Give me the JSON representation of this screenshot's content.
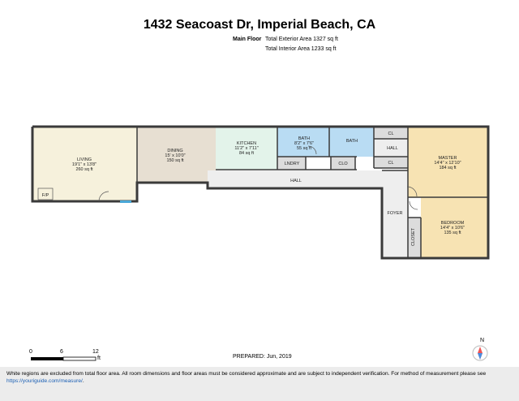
{
  "header": {
    "title": "1432 Seacoast Dr, Imperial Beach, CA",
    "floor_label": "Main Floor",
    "exterior_area": "Total Exterior Area 1327 sq ft",
    "interior_area": "Total Interior Area 1233 sq ft"
  },
  "rooms": {
    "living": {
      "name": "LIVING",
      "dims": "19'1\" x 13'8\"",
      "area": "260 sq ft"
    },
    "fp": {
      "name": "F/P"
    },
    "dining": {
      "name": "DINING",
      "dims": "15' x 10'0\"",
      "area": "150 sq ft"
    },
    "kitchen": {
      "name": "KITCHEN",
      "dims": "11'2\" x 7'11\"",
      "area": "84 sq ft"
    },
    "bath1": {
      "name": "BATH",
      "dims": "8'2\" x 7'6\"",
      "area": "55 sq ft"
    },
    "laundry": {
      "name": "LNDRY"
    },
    "clo": {
      "name": "CLO"
    },
    "bath2": {
      "name": "BATH"
    },
    "cl_top": {
      "name": "CL"
    },
    "hall_small": {
      "name": "HALL"
    },
    "cl_bottom": {
      "name": "CL"
    },
    "hall_main": {
      "name": "HALL"
    },
    "master": {
      "name": "MASTER",
      "dims": "14'4\" x 12'10\"",
      "area": "184 sq ft"
    },
    "foyer": {
      "name": "FOYER"
    },
    "closet": {
      "name": "CLOSET"
    },
    "bedroom": {
      "name": "BEDROOM",
      "dims": "14'4\" x 10'6\"",
      "area": "135 sq ft"
    }
  },
  "colors": {
    "living": "#f6f1dc",
    "dining": "#e7dfd2",
    "kitchen": "#e3f3ea",
    "bath": "#b9dcf3",
    "master": "#f7e3b3",
    "bedroom": "#f7e3b3",
    "hall": "#eeeeee",
    "closet": "#dcdcdc",
    "wall": "#3a3a3a"
  },
  "scale": {
    "zero": "0",
    "six": "6",
    "twelve": "12",
    "unit": "ft"
  },
  "prepared": "PREPARED: Jun, 2019",
  "compass": {
    "north": "N"
  },
  "footer": {
    "disclaimer": "White regions are excluded from total floor area. All room dimensions and floor areas must be considered approximate and are subject to independent verification. For method of measurement please see",
    "link": "https://youriguide.com/measure/"
  }
}
